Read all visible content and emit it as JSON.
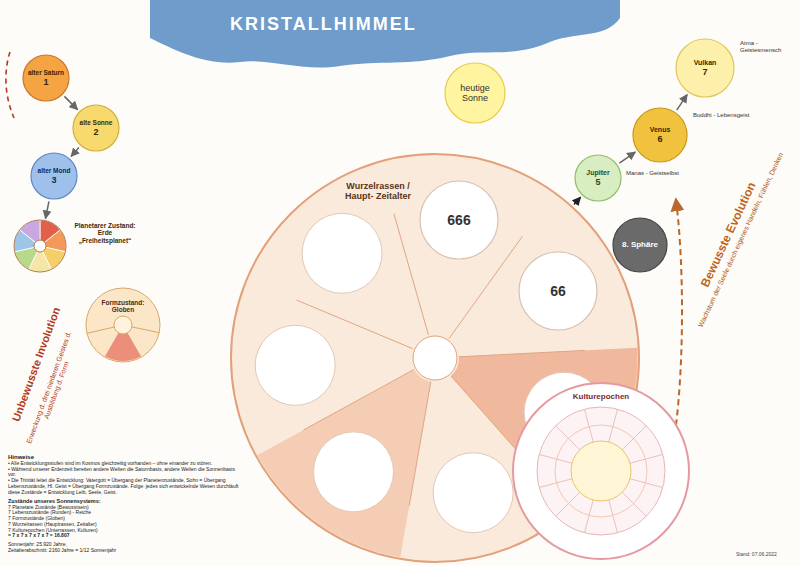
{
  "diagram": {
    "nodes": [
      {
        "text": [
          "KRISTALLHIMMEL"
        ]
      },
      {
        "text": [
          "alter Saturn",
          "1"
        ]
      },
      {
        "text": [
          "alte Sonne",
          "2"
        ]
      },
      {
        "text": [
          "alter Mond",
          "3"
        ]
      },
      {
        "text": [
          "Planetarer Zustand: Erde „Freiheitsplanet“"
        ]
      },
      {
        "text": [
          "Formzustand: Globen"
        ]
      },
      {
        "text": [
          "heutige Sonne"
        ]
      },
      {
        "text": [
          "Wurzelrassen / Haupt- Zeitalter"
        ]
      },
      {
        "text": [
          "666"
        ],
        "in": 7
      },
      {
        "text": [
          "66"
        ],
        "in": 7
      },
      {
        "text": [
          "Kulturepochen"
        ]
      },
      {
        "text": [
          "Jupiter",
          "5"
        ]
      },
      {
        "text": [
          "Venus",
          "6"
        ]
      },
      {
        "text": [
          "Vulkan",
          "7"
        ]
      },
      {
        "text": [
          "8. Sphäre"
        ]
      }
    ],
    "edges": [
      {
        "from": 1,
        "to": 2,
        "arrow": "to"
      },
      {
        "from": 2,
        "to": 3,
        "arrow": "to"
      },
      {
        "from": 3,
        "to": 4,
        "arrow": "to"
      },
      {
        "from": 11,
        "to": 12,
        "arrow": "to"
      },
      {
        "from": 12,
        "to": 13,
        "arrow": "to"
      },
      {
        "from": 7,
        "to": 11,
        "arrow": "to"
      }
    ],
    "labels": [
      "Unbewusste Involution",
      "Erweckung d. drei niederen Geistes d. Ausbildung d. Form",
      "Bewusste Evolution",
      "Wachstum der Seele durch eigenes Handeln, Fühlen, Denken",
      "Atma - Geistesmensch",
      "Buddhi - Lebensgeist",
      "Manas - Geistselbst",
      "Hinweise",
      "• Alle Entwicklungsstufen sind im Kosmos gleichzeitig vorhanden – ohne einander zu stören.",
      "• Während unserer Erdenzeit bereiten andere Welten die Saturnbasis, andere Welten die Sonnenbasis vor.",
      "• Die Trinität leitet die Entwicklung: Vatergott = Übergang der Planetenzustände, Sohn = Übergang Lebenszustände, Hl. Geist = Übergang Formzustände. Folge: jedes sich entwickelnde Wesen durchläuft diese Zustände = Entwicklung Leib, Seele, Geist.",
      "Zustände unseres Sonnensystems:",
      "7 Planetare Zustände (Bewusstsein)",
      "7 Lebenszustände (Runden) - Reiche",
      "7 Formzustände (Globen)",
      "7 Wurzelrassen (Hauptrassen, Zeitalter)",
      "7 Kulturepochen (Unterrassen, Kulturen)",
      "= 7 x 7 x 7 x 7 x 7 = 16.807",
      "Sonnenjahr: 25.920 Jahre,",
      "Zeitalterabschnitt: 2160 Jahre = 1/12 Sonnenjahr",
      "Stand: 07.06.2022"
    ]
  }
}
